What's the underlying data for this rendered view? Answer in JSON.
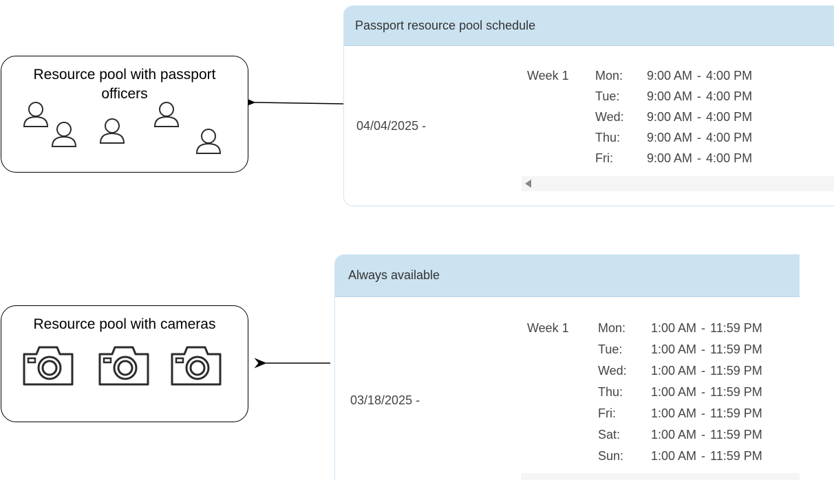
{
  "pools": {
    "passport": {
      "title": "Resource pool with passport officers",
      "icon": "person-icon"
    },
    "cameras": {
      "title": "Resource pool with cameras",
      "icon": "camera-icon"
    }
  },
  "schedules": {
    "passport": {
      "header": "Passport resource pool schedule",
      "date": "04/04/2025 -",
      "week": "Week 1",
      "days": [
        {
          "day": "Mon:",
          "from": "9:00 AM",
          "sep": "-",
          "to": "4:00 PM"
        },
        {
          "day": "Tue:",
          "from": "9:00 AM",
          "sep": "-",
          "to": "4:00 PM"
        },
        {
          "day": "Wed:",
          "from": "9:00 AM",
          "sep": "-",
          "to": "4:00 PM"
        },
        {
          "day": "Thu:",
          "from": "9:00 AM",
          "sep": "-",
          "to": "4:00 PM"
        },
        {
          "day": "Fri:",
          "from": "9:00 AM",
          "sep": "-",
          "to": "4:00 PM"
        }
      ]
    },
    "cameras": {
      "header": "Always available",
      "date": "03/18/2025 -",
      "week": "Week 1",
      "days": [
        {
          "day": "Mon:",
          "from": "1:00 AM",
          "sep": "-",
          "to": "11:59 PM"
        },
        {
          "day": "Tue:",
          "from": "1:00 AM",
          "sep": "-",
          "to": "11:59 PM"
        },
        {
          "day": "Wed:",
          "from": "1:00 AM",
          "sep": "-",
          "to": "11:59 PM"
        },
        {
          "day": "Thu:",
          "from": "1:00 AM",
          "sep": "-",
          "to": "11:59 PM"
        },
        {
          "day": "Fri:",
          "from": "1:00 AM",
          "sep": "-",
          "to": "11:59 PM"
        },
        {
          "day": "Sat:",
          "from": "1:00 AM",
          "sep": "-",
          "to": "11:59 PM"
        },
        {
          "day": "Sun:",
          "from": "1:00 AM",
          "sep": "-",
          "to": "11:59 PM"
        }
      ]
    }
  },
  "colors": {
    "header_bg": "#cbe2f1",
    "panel_border": "#cfe3f0",
    "text": "#444444"
  }
}
